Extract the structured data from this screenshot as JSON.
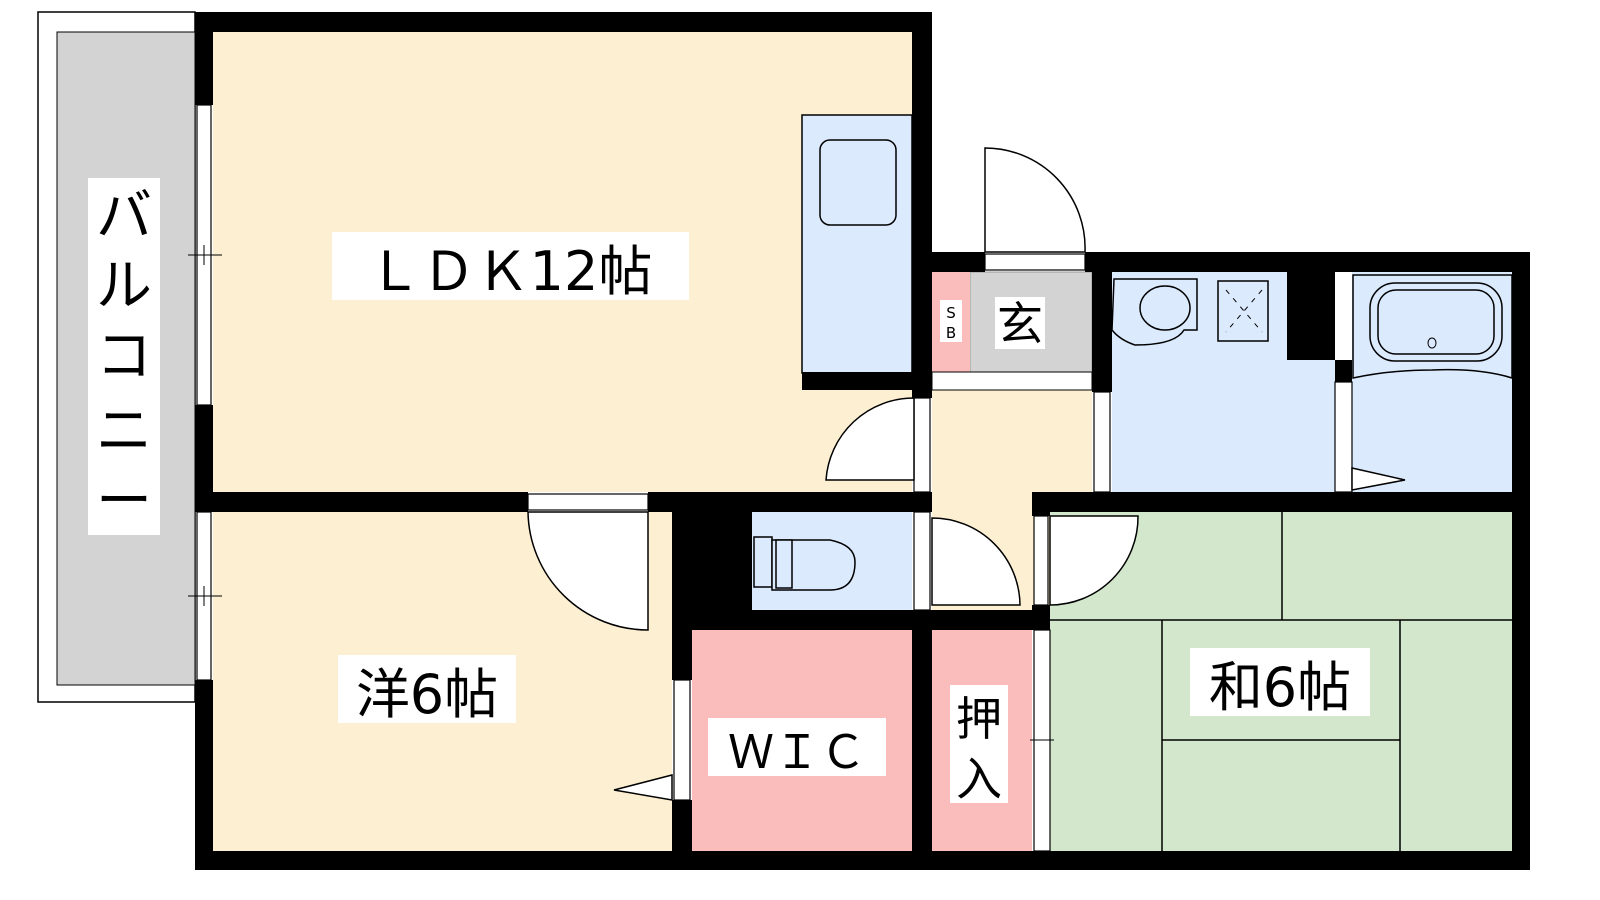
{
  "rooms": {
    "ldk": "ＬＤＫ12帖",
    "western": "洋6帖",
    "japanese": "和6帖",
    "wic": "ＷＩＣ",
    "closet_1": "押",
    "closet_2": "入",
    "entrance": "玄",
    "shoebox_1": "S",
    "shoebox_2": "B",
    "balcony": [
      "バ",
      "ル",
      "コ",
      "ニ",
      "ー"
    ]
  },
  "colors": {
    "wood_floor": "#fdf0d2",
    "wet_area": "#dbeafd",
    "tatami": "#d2e7cb",
    "storage": "#fbbcbc",
    "entrance": "#d3d3d3",
    "balcony": "#d3d3d3",
    "wall": "#000000"
  }
}
